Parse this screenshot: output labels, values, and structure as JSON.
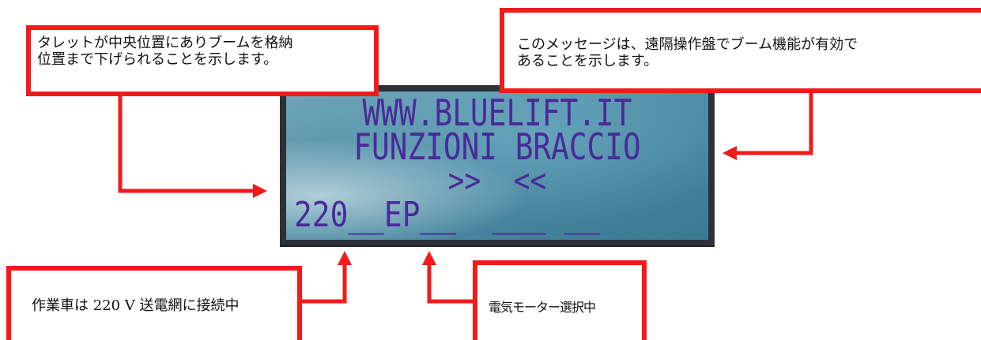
{
  "callouts": {
    "top_left": {
      "line1": "タレットが中央位置にありブームを格納",
      "line2": "位置まで下げられることを示します。"
    },
    "top_right": {
      "line1": "このメッセージは、遠隔操作盤でブーム機能が有効で",
      "line2": "あることを示します。"
    },
    "bottom_left": "作業車は 220 V 送電網に接続中",
    "bottom_right": "電気モーター選択中"
  },
  "lcd": {
    "line1": "WWW.BLUELIFT.IT",
    "line2": "FUNZIONI BRACCIO",
    "line3": ">>  <<",
    "line4": "220__EP__  ___ __"
  },
  "colors": {
    "callout_red": "#f21a1a",
    "lcd_text": "#4a2a9a",
    "lcd_background": "#4e8ea6"
  }
}
